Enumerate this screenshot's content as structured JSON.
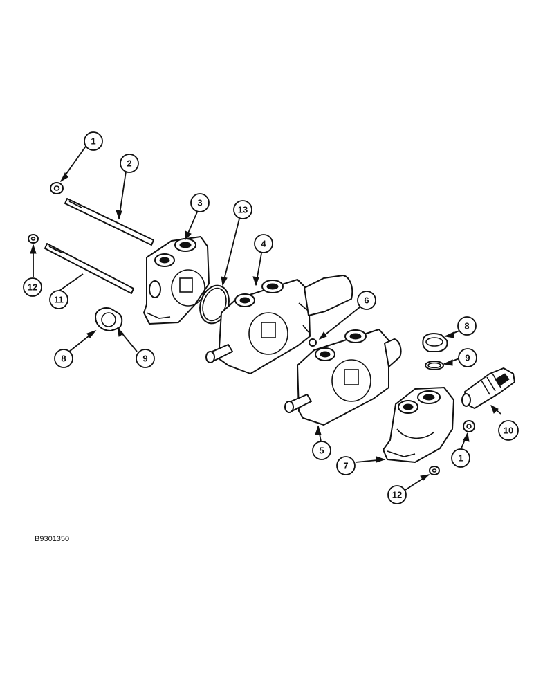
{
  "figure": {
    "reference_code": "B9301350",
    "callouts": [
      {
        "id": "c1a",
        "label": "1"
      },
      {
        "id": "c2",
        "label": "2"
      },
      {
        "id": "c3",
        "label": "3"
      },
      {
        "id": "c13",
        "label": "13"
      },
      {
        "id": "c4",
        "label": "4"
      },
      {
        "id": "c12a",
        "label": "12"
      },
      {
        "id": "c11",
        "label": "11"
      },
      {
        "id": "c6",
        "label": "6"
      },
      {
        "id": "c8a",
        "label": "8"
      },
      {
        "id": "c9a",
        "label": "9"
      },
      {
        "id": "c8b",
        "label": "8"
      },
      {
        "id": "c9b",
        "label": "9"
      },
      {
        "id": "c10",
        "label": "10"
      },
      {
        "id": "c5",
        "label": "5"
      },
      {
        "id": "c7",
        "label": "7"
      },
      {
        "id": "c1b",
        "label": "1"
      },
      {
        "id": "c12b",
        "label": "12"
      }
    ]
  }
}
